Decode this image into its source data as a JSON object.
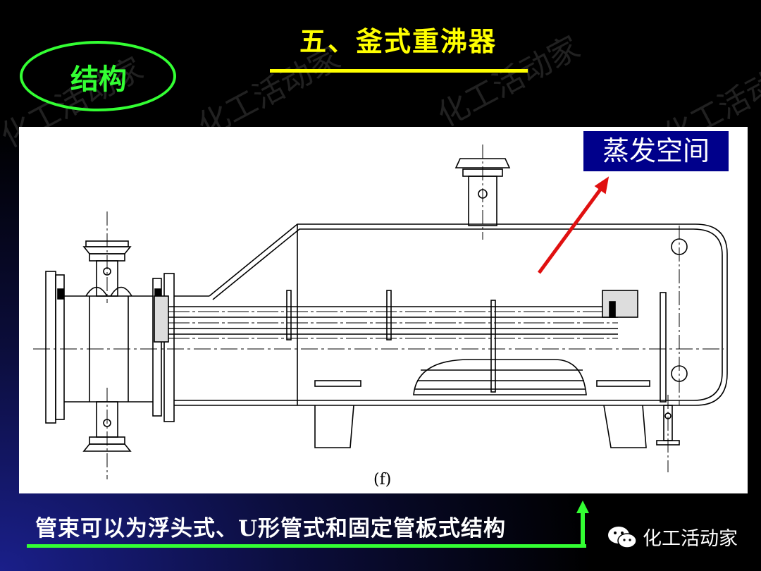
{
  "slide": {
    "title": "五、釜式重沸器",
    "section_label": "结构",
    "callout_label": "蒸发空间",
    "figure_label": "(f)",
    "bottom_text": "管束可以为浮头式、U形管式和固定管板式结构",
    "brand_text": "化工活动家",
    "watermark_text": "化工活动家"
  },
  "colors": {
    "title": "#ffff00",
    "accent_green": "#33ff33",
    "callout_bg": "#00008b",
    "arrow_red": "#e01010"
  },
  "icons": {
    "brand": "wechat-icon"
  }
}
